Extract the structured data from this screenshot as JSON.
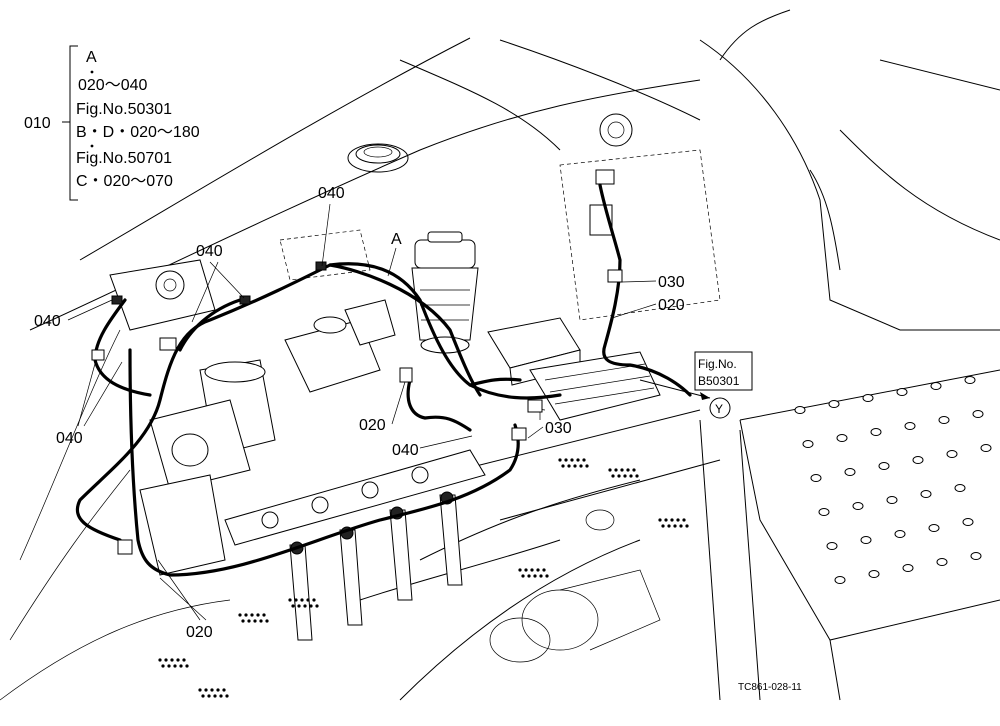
{
  "legend": {
    "main_ref": "010",
    "lines": [
      "A",
      "020～040",
      "Fig.No.50301",
      "B・D・020～180",
      "Fig.No.50701",
      "C・020～070"
    ]
  },
  "callouts": {
    "c040_top": "040",
    "c040_mid": "040",
    "c040_left": "040",
    "c040_bottom_left": "040",
    "c040_center": "040",
    "cA": "A",
    "c030_upper": "030",
    "c020_upper": "020",
    "c020_mid": "020",
    "c030_lower": "030",
    "c020_bottom": "020"
  },
  "figure_ref": {
    "line1": "Fig.No.",
    "line2": "B50301",
    "arrow_target": "Y"
  },
  "drawing_code": "TC861-028-11"
}
